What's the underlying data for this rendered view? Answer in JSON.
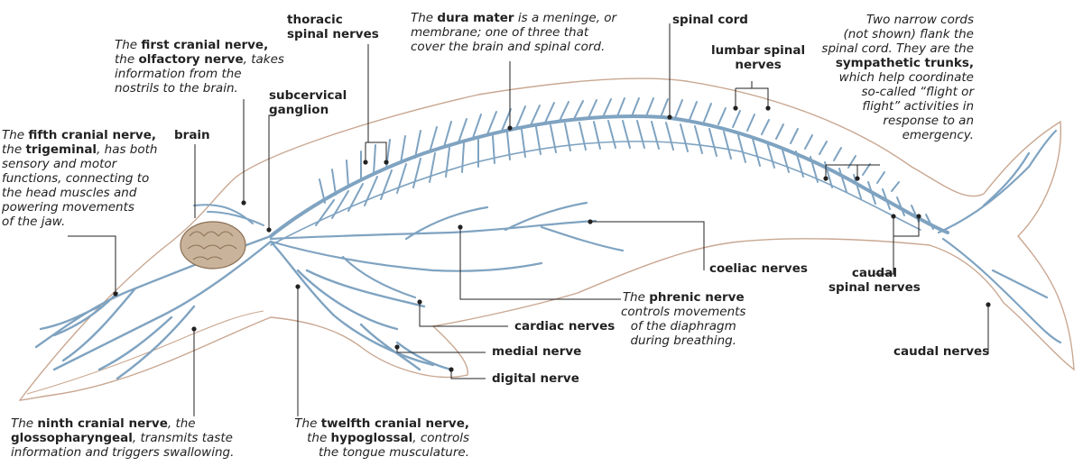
{
  "labels": {
    "thoracic_1": "thoracic",
    "thoracic_2": "spinal nerves",
    "dura": {
      "a": "The ",
      "b": "dura mater",
      "c": " is a meninge, or",
      "d": "membrane; one of three that",
      "e": "cover the brain and spinal cord."
    },
    "spinal_cord": "spinal cord",
    "lumbar_1": "lumbar spinal",
    "lumbar_2": "nerves",
    "sym": {
      "l1": "Two narrow cords",
      "l2": "(not shown) flank the",
      "l3": "spinal cord. They are the",
      "l4b": "sympathetic trunks,",
      "l4c": "",
      "l5": "which help coordinate",
      "l6": "so-called “flight or",
      "l7": "flight” activities in",
      "l8": "response to an",
      "l9": "emergency."
    },
    "olf": {
      "a": "The ",
      "b": "first cranial nerve,",
      "c": "",
      "d": "the ",
      "e": "olfactory nerve",
      "f": ", takes",
      "g": "information from the",
      "h": "nostrils to the brain."
    },
    "subcervical_1": "subcervical",
    "subcervical_2": "ganglion",
    "brain": "brain",
    "tri": {
      "a": "The ",
      "b": "fifth cranial nerve,",
      "c": "",
      "d": "the ",
      "e": "trigeminal",
      "f": ", has both",
      "g": "sensory and motor",
      "h": "functions, connecting to",
      "i": "the head muscles and",
      "j": "powering movements",
      "k": "of the jaw.",
      "l": ""
    },
    "coeliac": "coeliac nerves",
    "caudal_spinal_1": "caudal",
    "caudal_spinal_2": "spinal nerves",
    "phr": {
      "a": "The ",
      "b": "phrenic nerve",
      "c": "",
      "d": "controls movements",
      "e": "of the diaphragm"
    },
    "cardiac": "cardiac nerves",
    "medial": "medial nerve",
    "digital": "digital nerve",
    "caudal_nerves": "caudal nerves",
    "glo": {
      "a": "The ",
      "b": "ninth cranial nerve",
      "c": ", the",
      "d": "glossopharyngeal",
      "e": ", transmits taste",
      "f": "information and triggers swallowing."
    },
    "hyp": {
      "a": "The ",
      "b": "twelfth cranial nerve,",
      "c": "the ",
      "d": "hypoglossal",
      "e": ", controls",
      "f": "the tongue musculature."
    }
  }
}
